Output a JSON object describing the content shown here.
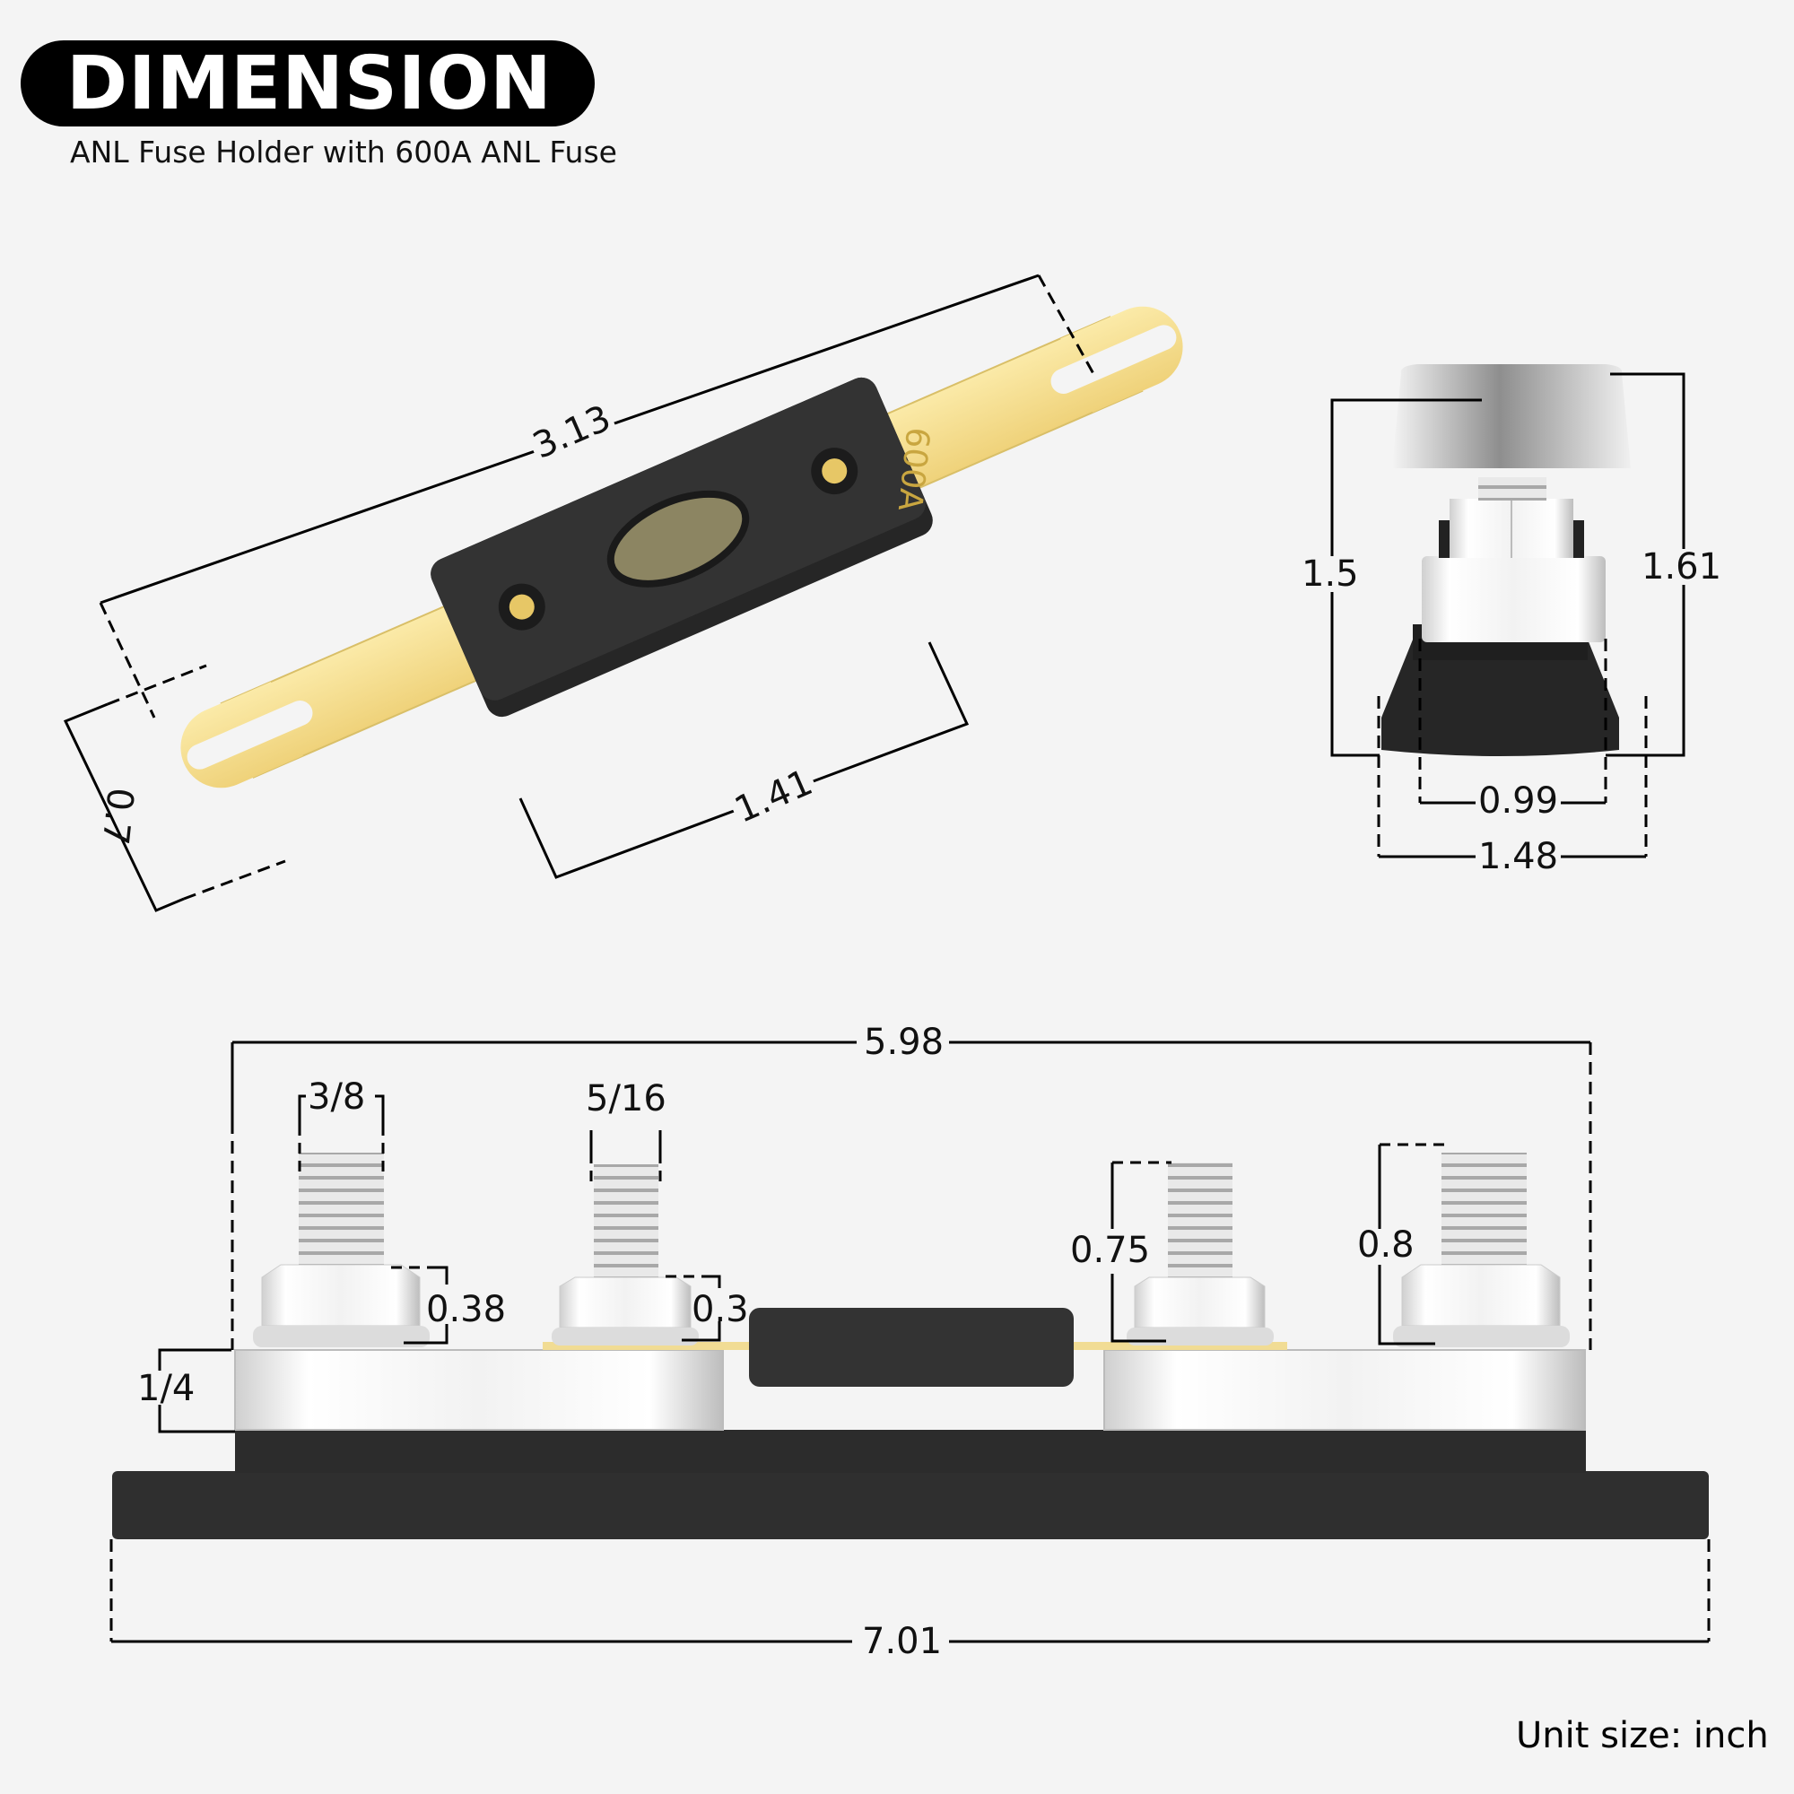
{
  "header": {
    "badge_title": "DIMENSION",
    "subtitle": "ANL Fuse Holder with 600A ANL Fuse"
  },
  "footer": {
    "unit_note": "Unit size: inch"
  },
  "fuse_view": {
    "fuse_marking": "600A",
    "dimensions": {
      "overall_length": "3.13",
      "blade_width": "0.7",
      "body_length": "1.41"
    }
  },
  "side_view": {
    "dimensions": {
      "height_body": "1.5",
      "height_total": "1.61",
      "inner_width": "0.99",
      "base_width": "1.48"
    }
  },
  "front_view": {
    "dimensions": {
      "terminal_span": "5.98",
      "base_length": "7.01",
      "large_stud_diameter": "3/8",
      "small_stud_diameter": "5/16",
      "large_nut_height": "0.38",
      "small_nut_height": "0.3",
      "small_stud_height": "0.75",
      "large_stud_height": "0.8",
      "busbar_thickness": "1/4"
    }
  },
  "colors": {
    "background": "#f4f4f4",
    "badge": "#000000",
    "gold": "#f3dc8a",
    "body_black": "#2f2f2f",
    "silver": "#e6e6e6"
  }
}
